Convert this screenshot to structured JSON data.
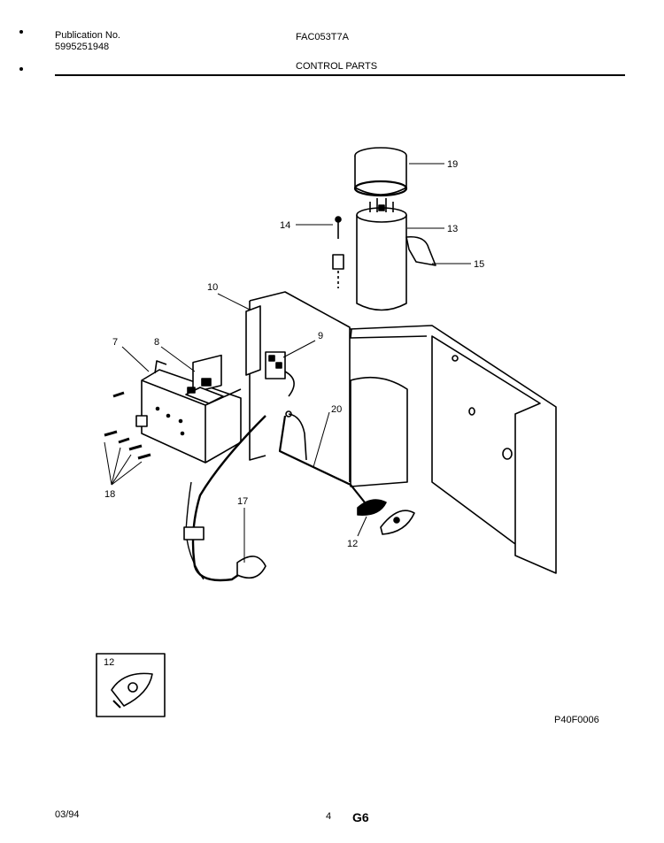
{
  "header": {
    "publication_label": "Publication No.",
    "publication_number": "5995251948",
    "model": "FAC053T7A",
    "section_title": "CONTROL PARTS"
  },
  "callouts": [
    "19",
    "14",
    "13",
    "15",
    "10",
    "9",
    "7",
    "8",
    "20",
    "18",
    "17",
    "12"
  ],
  "inset": {
    "label": "12"
  },
  "drawing_code": "P40F0006",
  "footer": {
    "date": "03/94",
    "page": "4",
    "code": "G6"
  }
}
